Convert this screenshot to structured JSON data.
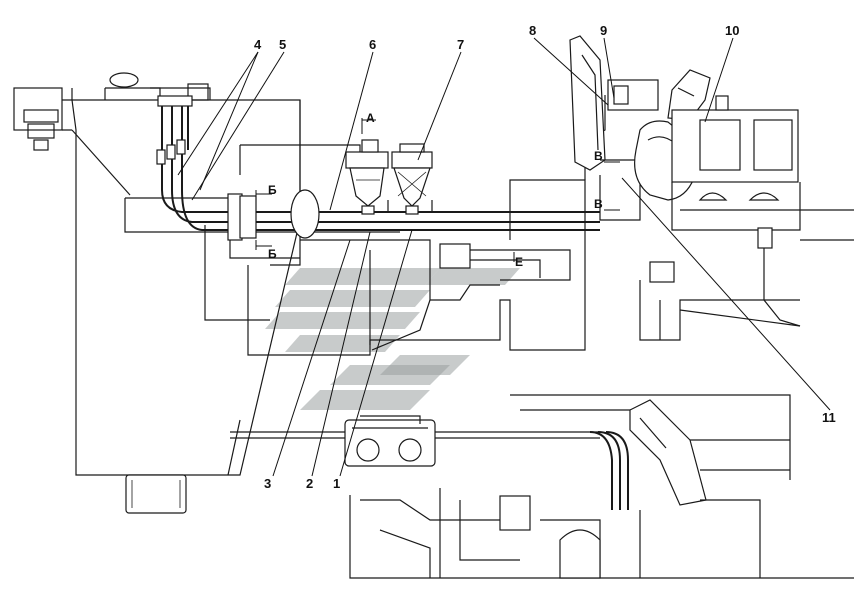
{
  "callouts": [
    {
      "id": "1",
      "label": "1"
    },
    {
      "id": "2",
      "label": "2"
    },
    {
      "id": "3",
      "label": "3"
    },
    {
      "id": "4",
      "label": "4"
    },
    {
      "id": "5",
      "label": "5"
    },
    {
      "id": "6",
      "label": "6"
    },
    {
      "id": "7",
      "label": "7"
    },
    {
      "id": "8",
      "label": "8"
    },
    {
      "id": "9",
      "label": "9"
    },
    {
      "id": "10",
      "label": "10"
    },
    {
      "id": "11",
      "label": "11"
    }
  ],
  "sections": {
    "a": "А",
    "b_top": "Б",
    "b_bottom": "Б",
    "v_top": "В",
    "v_bottom": "В",
    "e": "Е"
  },
  "colors": {
    "line": "#1a1a1a",
    "watermark": "#9aa0a0",
    "background": "#ffffff"
  }
}
